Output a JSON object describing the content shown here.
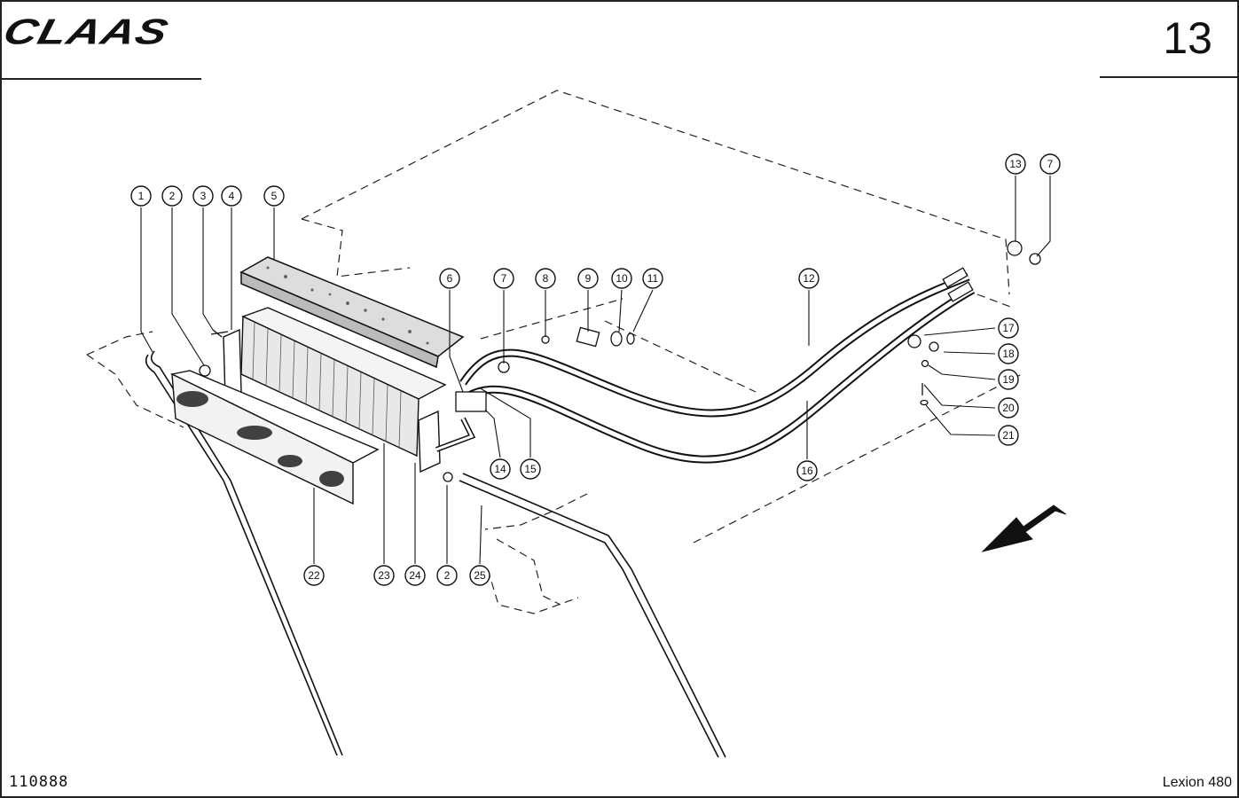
{
  "header": {
    "logo_text": "CLAAS",
    "page_number": "13"
  },
  "footer": {
    "drawing_number": "110888",
    "model": "Lexion 480"
  },
  "callouts": [
    {
      "label": "1"
    },
    {
      "label": "2"
    },
    {
      "label": "3"
    },
    {
      "label": "4"
    },
    {
      "label": "5"
    },
    {
      "label": "6"
    },
    {
      "label": "7"
    },
    {
      "label": "8"
    },
    {
      "label": "9"
    },
    {
      "label": "10"
    },
    {
      "label": "11"
    },
    {
      "label": "12"
    },
    {
      "label": "13"
    },
    {
      "label": "7"
    },
    {
      "label": "17"
    },
    {
      "label": "18"
    },
    {
      "label": "19"
    },
    {
      "label": "20"
    },
    {
      "label": "21"
    },
    {
      "label": "16"
    },
    {
      "label": "14"
    },
    {
      "label": "15"
    },
    {
      "label": "22"
    },
    {
      "label": "23"
    },
    {
      "label": "24"
    },
    {
      "label": "2"
    },
    {
      "label": "25"
    }
  ]
}
